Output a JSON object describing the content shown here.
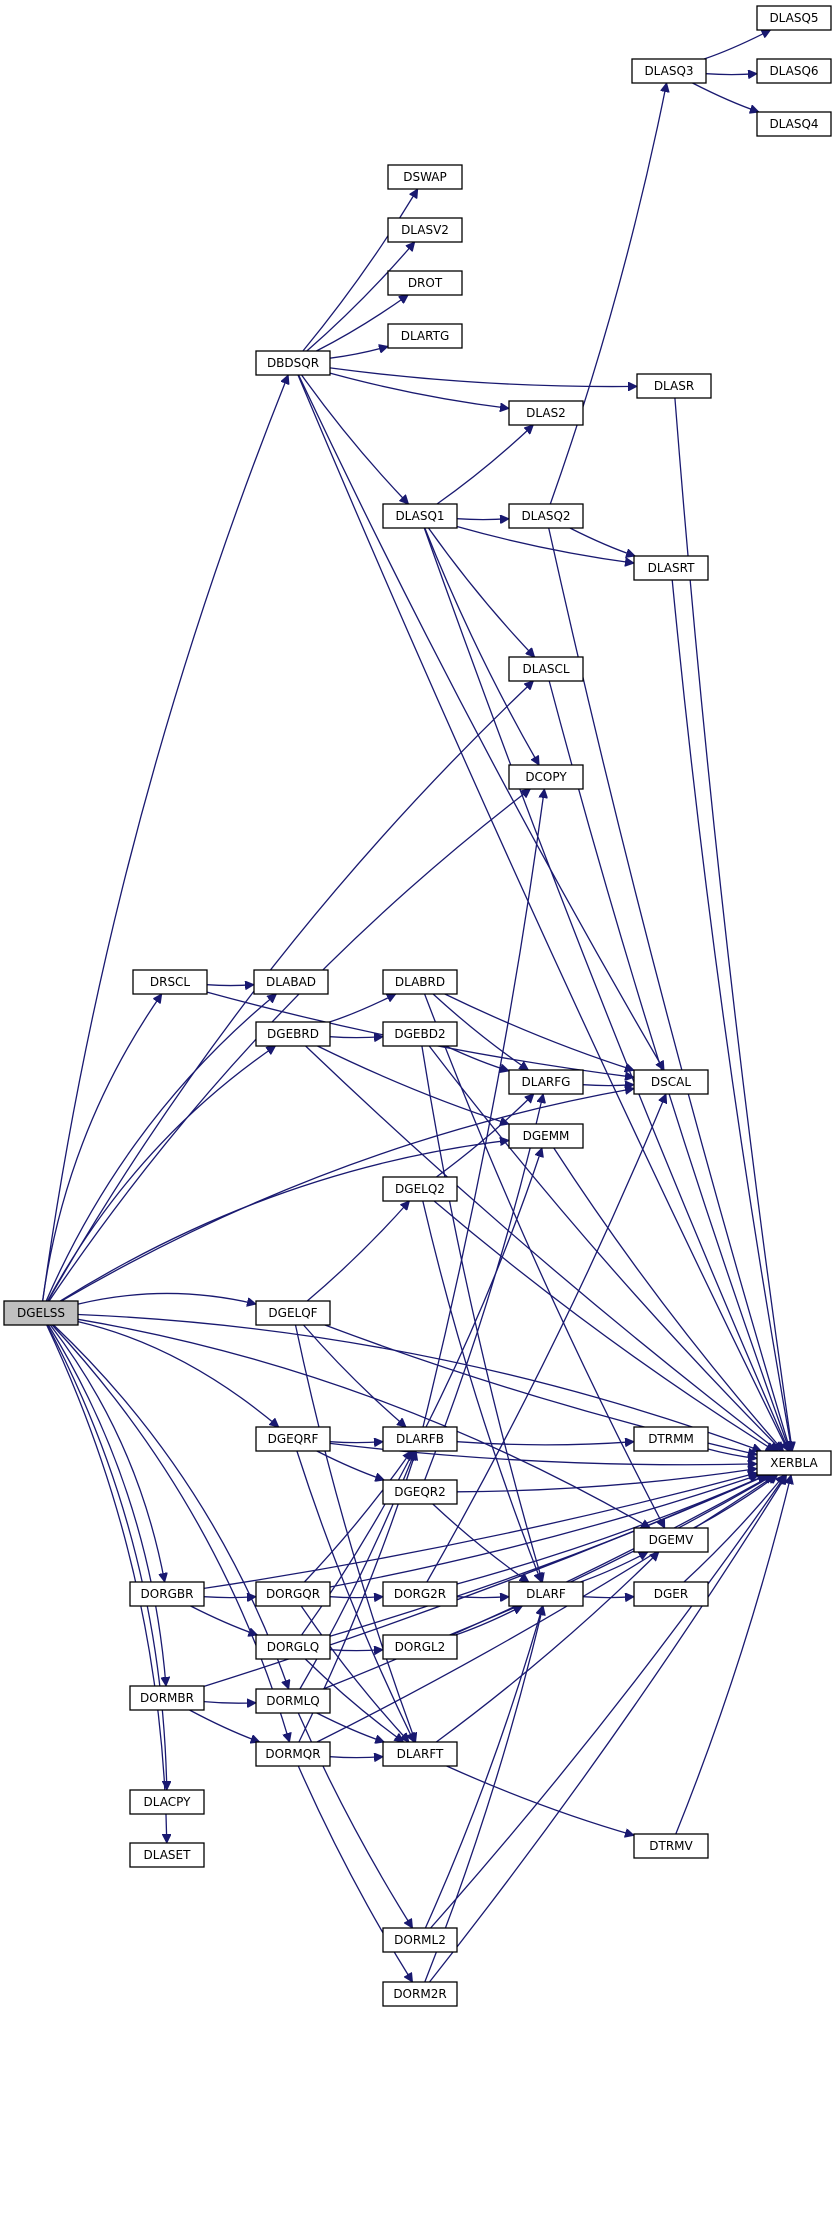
{
  "diagram": {
    "type": "call-graph",
    "root": "DGELSS",
    "colors": {
      "edge": "#191970",
      "node_border": "#000000",
      "node_fill": "#ffffff",
      "root_fill": "#bfbfbf"
    },
    "nodes": [
      {
        "id": "DGELSS",
        "label": "DGELSS"
      },
      {
        "id": "DBDSQR",
        "label": "DBDSQR"
      },
      {
        "id": "DSWAP",
        "label": "DSWAP"
      },
      {
        "id": "DLASV2",
        "label": "DLASV2"
      },
      {
        "id": "DROT",
        "label": "DROT"
      },
      {
        "id": "DLARTG",
        "label": "DLARTG"
      },
      {
        "id": "DLASR",
        "label": "DLASR"
      },
      {
        "id": "DLAS2",
        "label": "DLAS2"
      },
      {
        "id": "DLASQ1",
        "label": "DLASQ1"
      },
      {
        "id": "DLASQ2",
        "label": "DLASQ2"
      },
      {
        "id": "DLASQ3",
        "label": "DLASQ3"
      },
      {
        "id": "DLASQ4",
        "label": "DLASQ4"
      },
      {
        "id": "DLASQ5",
        "label": "DLASQ5"
      },
      {
        "id": "DLASQ6",
        "label": "DLASQ6"
      },
      {
        "id": "DLASRT",
        "label": "DLASRT"
      },
      {
        "id": "DLASCL",
        "label": "DLASCL"
      },
      {
        "id": "DCOPY",
        "label": "DCOPY"
      },
      {
        "id": "DRSCL",
        "label": "DRSCL"
      },
      {
        "id": "DLABAD",
        "label": "DLABAD"
      },
      {
        "id": "DGEBRD",
        "label": "DGEBRD"
      },
      {
        "id": "DLABRD",
        "label": "DLABRD"
      },
      {
        "id": "DGEBD2",
        "label": "DGEBD2"
      },
      {
        "id": "DLARFG",
        "label": "DLARFG"
      },
      {
        "id": "DSCAL",
        "label": "DSCAL"
      },
      {
        "id": "DGEMM",
        "label": "DGEMM"
      },
      {
        "id": "DGELQ2",
        "label": "DGELQ2"
      },
      {
        "id": "DGELQF",
        "label": "DGELQF"
      },
      {
        "id": "DGEQRF",
        "label": "DGEQRF"
      },
      {
        "id": "DLARFB",
        "label": "DLARFB"
      },
      {
        "id": "DTRMM",
        "label": "DTRMM"
      },
      {
        "id": "XERBLA",
        "label": "XERBLA"
      },
      {
        "id": "DGEQR2",
        "label": "DGEQR2"
      },
      {
        "id": "DGEMV",
        "label": "DGEMV"
      },
      {
        "id": "DORGBR",
        "label": "DORGBR"
      },
      {
        "id": "DORGQR",
        "label": "DORGQR"
      },
      {
        "id": "DORG2R",
        "label": "DORG2R"
      },
      {
        "id": "DLARF",
        "label": "DLARF"
      },
      {
        "id": "DGER",
        "label": "DGER"
      },
      {
        "id": "DORGLQ",
        "label": "DORGLQ"
      },
      {
        "id": "DORGL2",
        "label": "DORGL2"
      },
      {
        "id": "DORMBR",
        "label": "DORMBR"
      },
      {
        "id": "DORMLQ",
        "label": "DORMLQ"
      },
      {
        "id": "DORMQR",
        "label": "DORMQR"
      },
      {
        "id": "DLARFT",
        "label": "DLARFT"
      },
      {
        "id": "DTRMV",
        "label": "DTRMV"
      },
      {
        "id": "DLACPY",
        "label": "DLACPY"
      },
      {
        "id": "DLASET",
        "label": "DLASET"
      },
      {
        "id": "DORML2",
        "label": "DORML2"
      },
      {
        "id": "DORM2R",
        "label": "DORM2R"
      }
    ],
    "edges": [
      [
        "DGELSS",
        "DBDSQR"
      ],
      [
        "DGELSS",
        "XERBLA"
      ],
      [
        "DGELSS",
        "DLASCL"
      ],
      [
        "DGELSS",
        "DCOPY"
      ],
      [
        "DGELSS",
        "DRSCL"
      ],
      [
        "DGELSS",
        "DSCAL"
      ],
      [
        "DGELSS",
        "DLABAD"
      ],
      [
        "DGELSS",
        "DGEBRD"
      ],
      [
        "DGELSS",
        "DGEMM"
      ],
      [
        "DGELSS",
        "DGELQF"
      ],
      [
        "DGELSS",
        "DGEQRF"
      ],
      [
        "DGELSS",
        "DGEMV"
      ],
      [
        "DGELSS",
        "DORGBR"
      ],
      [
        "DGELSS",
        "DORMLQ"
      ],
      [
        "DGELSS",
        "DORMBR"
      ],
      [
        "DGELSS",
        "DORMQR"
      ],
      [
        "DGELSS",
        "DLACPY"
      ],
      [
        "DGELSS",
        "DLASET"
      ],
      [
        "DBDSQR",
        "DSWAP"
      ],
      [
        "DBDSQR",
        "DLASV2"
      ],
      [
        "DBDSQR",
        "DROT"
      ],
      [
        "DBDSQR",
        "DLARTG"
      ],
      [
        "DBDSQR",
        "DLASR"
      ],
      [
        "DBDSQR",
        "DLAS2"
      ],
      [
        "DBDSQR",
        "DLASQ1"
      ],
      [
        "DBDSQR",
        "DSCAL"
      ],
      [
        "DBDSQR",
        "XERBLA"
      ],
      [
        "DLASR",
        "XERBLA"
      ],
      [
        "DLASQ1",
        "DLAS2"
      ],
      [
        "DLASQ1",
        "DLASQ2"
      ],
      [
        "DLASQ1",
        "DLASRT"
      ],
      [
        "DLASQ1",
        "DLASCL"
      ],
      [
        "DLASQ1",
        "DCOPY"
      ],
      [
        "DLASQ1",
        "XERBLA"
      ],
      [
        "DLASQ2",
        "DLASQ3"
      ],
      [
        "DLASQ2",
        "DLASRT"
      ],
      [
        "DLASQ2",
        "XERBLA"
      ],
      [
        "DLASQ3",
        "DLASQ5"
      ],
      [
        "DLASQ3",
        "DLASQ6"
      ],
      [
        "DLASQ3",
        "DLASQ4"
      ],
      [
        "DLASRT",
        "XERBLA"
      ],
      [
        "DLASCL",
        "XERBLA"
      ],
      [
        "DRSCL",
        "DLABAD"
      ],
      [
        "DRSCL",
        "DSCAL"
      ],
      [
        "DGEBRD",
        "DLABRD"
      ],
      [
        "DGEBRD",
        "DGEBD2"
      ],
      [
        "DGEBRD",
        "DGEMM"
      ],
      [
        "DGEBRD",
        "XERBLA"
      ],
      [
        "DLABRD",
        "DLARFG"
      ],
      [
        "DLABRD",
        "DSCAL"
      ],
      [
        "DLABRD",
        "DGEMV"
      ],
      [
        "DGEBD2",
        "DLARFG"
      ],
      [
        "DGEBD2",
        "DLARF"
      ],
      [
        "DGEBD2",
        "XERBLA"
      ],
      [
        "DLARFG",
        "DSCAL"
      ],
      [
        "DGEMM",
        "XERBLA"
      ],
      [
        "DGELQ2",
        "DLARFG"
      ],
      [
        "DGELQ2",
        "DLARF"
      ],
      [
        "DGELQ2",
        "XERBLA"
      ],
      [
        "DGELQF",
        "DGELQ2"
      ],
      [
        "DGELQF",
        "DLARFB"
      ],
      [
        "DGELQF",
        "DLARFT"
      ],
      [
        "DGELQF",
        "XERBLA"
      ],
      [
        "DGEQRF",
        "DLARFB"
      ],
      [
        "DGEQRF",
        "DGEQR2"
      ],
      [
        "DGEQRF",
        "DLARFT"
      ],
      [
        "DGEQRF",
        "XERBLA"
      ],
      [
        "DLARFB",
        "DCOPY"
      ],
      [
        "DLARFB",
        "DGEMM"
      ],
      [
        "DLARFB",
        "DTRMM"
      ],
      [
        "DTRMM",
        "XERBLA"
      ],
      [
        "DGEQR2",
        "DLARFG"
      ],
      [
        "DGEQR2",
        "DLARF"
      ],
      [
        "DGEQR2",
        "XERBLA"
      ],
      [
        "DGEMV",
        "XERBLA"
      ],
      [
        "DORGBR",
        "DORGQR"
      ],
      [
        "DORGBR",
        "DORGLQ"
      ],
      [
        "DORGBR",
        "XERBLA"
      ],
      [
        "DORGQR",
        "DORG2R"
      ],
      [
        "DORGQR",
        "DLARFB"
      ],
      [
        "DORGQR",
        "DLARFT"
      ],
      [
        "DORGQR",
        "XERBLA"
      ],
      [
        "DORG2R",
        "DLARF"
      ],
      [
        "DORG2R",
        "DSCAL"
      ],
      [
        "DORG2R",
        "XERBLA"
      ],
      [
        "DLARF",
        "DGEMV"
      ],
      [
        "DLARF",
        "DGER"
      ],
      [
        "DGER",
        "XERBLA"
      ],
      [
        "DORGLQ",
        "DORGL2"
      ],
      [
        "DORGLQ",
        "DLARFB"
      ],
      [
        "DORGLQ",
        "DLARFT"
      ],
      [
        "DORGLQ",
        "XERBLA"
      ],
      [
        "DORGL2",
        "DLARF"
      ],
      [
        "DORGL2",
        "XERBLA"
      ],
      [
        "DORMBR",
        "DORMLQ"
      ],
      [
        "DORMBR",
        "DORMQR"
      ],
      [
        "DORMBR",
        "XERBLA"
      ],
      [
        "DORMLQ",
        "DLARFB"
      ],
      [
        "DORMLQ",
        "DLARFT"
      ],
      [
        "DORMLQ",
        "DORML2"
      ],
      [
        "DORMLQ",
        "XERBLA"
      ],
      [
        "DORMQR",
        "DLARFB"
      ],
      [
        "DORMQR",
        "DLARFT"
      ],
      [
        "DORMQR",
        "DORM2R"
      ],
      [
        "DORMQR",
        "XERBLA"
      ],
      [
        "DLARFT",
        "DGEMV"
      ],
      [
        "DLARFT",
        "DTRMV"
      ],
      [
        "DTRMV",
        "XERBLA"
      ],
      [
        "DORML2",
        "DLARF"
      ],
      [
        "DORML2",
        "XERBLA"
      ],
      [
        "DORM2R",
        "DLARF"
      ],
      [
        "DORM2R",
        "XERBLA"
      ]
    ]
  }
}
